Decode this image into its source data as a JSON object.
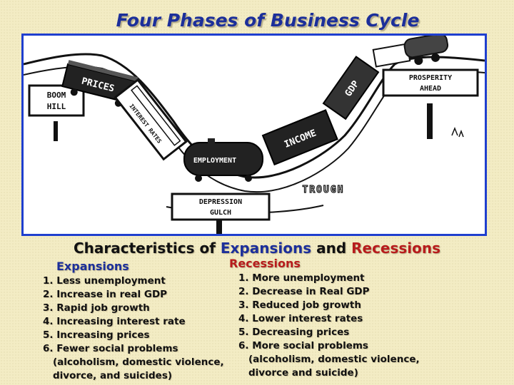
{
  "title": "Four Phases of Business Cycle",
  "cartoon": {
    "signs": {
      "boom": [
        "BOOM",
        "HILL"
      ],
      "prosperity": [
        "PROSPERITY",
        "AHEAD"
      ],
      "depression": [
        "DEPRESSION",
        "GULCH"
      ],
      "trough": "TROUGH"
    },
    "cars": {
      "prices": "PRICES",
      "interest": "INTEREST RATES",
      "employment": "EMPLOYMENT",
      "income": "INCOME",
      "gdp": "GDP"
    }
  },
  "subtitle": {
    "prefix": "Characteristics of ",
    "expansions": "Expansions",
    "and": " and ",
    "recessions": "Recessions"
  },
  "expansions": {
    "heading": "Expansions",
    "items": [
      "1. Less unemployment",
      "2. Increase in real GDP",
      "3. Rapid job growth",
      "4. Increasing interest rate",
      "5. Increasing prices",
      "6. Fewer social problems",
      "(alcoholism, domestic violence,",
      "divorce, and suicides)"
    ]
  },
  "recessions": {
    "heading": "Recessions",
    "items": [
      "1. More unemployment",
      "2. Decrease in Real GDP",
      "3. Reduced job growth",
      "4. Lower interest rates",
      "5. Decreasing prices",
      "6. More social problems",
      "(alcoholism, domestic violence,",
      "divorce and suicide)"
    ]
  }
}
